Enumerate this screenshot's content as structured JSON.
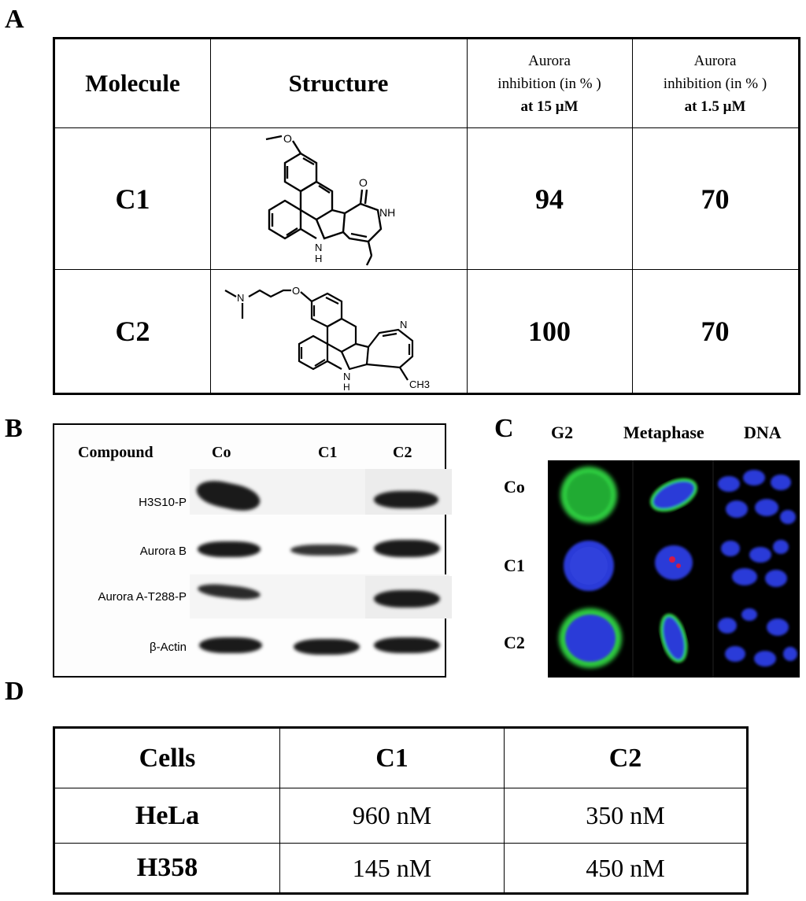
{
  "panels": {
    "a": "A",
    "b": "B",
    "c": "C",
    "d": "D"
  },
  "table_a": {
    "headers": {
      "molecule": "Molecule",
      "structure": "Structure",
      "col15_line1": "Aurora",
      "col15_line2": "inhibition (in % )",
      "col15_line3": "at 15 μM",
      "col1_5_line1": "Aurora",
      "col1_5_line2": "inhibition (in % )",
      "col1_5_line3": "at 1.5 μM"
    },
    "rows": [
      {
        "molecule": "C1",
        "at15": "94",
        "at1_5": "70",
        "atoms": {
          "o1": "O",
          "o2": "O",
          "nh": "NH",
          "n_h": "N",
          "h": "H"
        }
      },
      {
        "molecule": "C2",
        "at15": "100",
        "at1_5": "70",
        "atoms": {
          "n1": "N",
          "o": "O",
          "n2": "N",
          "n_h": "N",
          "h": "H",
          "ch3": "CH3"
        }
      }
    ]
  },
  "blot": {
    "header_compound": "Compound",
    "lanes": [
      "Co",
      "C1",
      "C2"
    ],
    "rows": [
      "H3S10-P",
      "Aurora B",
      "Aurora A-T288-P",
      "β-Actin"
    ]
  },
  "microscopy": {
    "columns": [
      "G2",
      "Metaphase",
      "DNA"
    ],
    "rows": [
      "Co",
      "C1",
      "C2"
    ],
    "colors": {
      "dna": "#2a3bd8",
      "aurora": "#2ecc40",
      "background": "#000000"
    }
  },
  "table_d": {
    "headers": [
      "Cells",
      "C1",
      "C2"
    ],
    "rows": [
      {
        "cells": "HeLa",
        "c1": "960 nM",
        "c2": "350 nM"
      },
      {
        "cells": "H358",
        "c1": "145 nM",
        "c2": "450 nM"
      }
    ]
  }
}
